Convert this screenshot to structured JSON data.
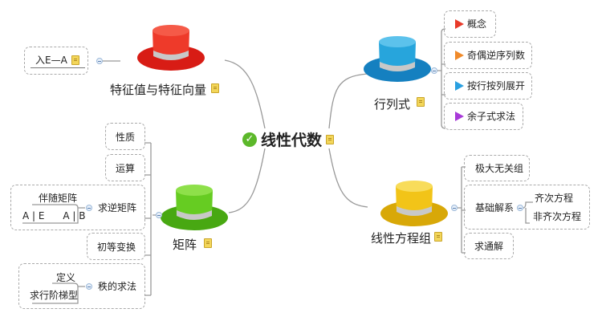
{
  "center": {
    "label": "线性代数"
  },
  "branches": {
    "eigen": {
      "label": "特征值与特征向量",
      "color": "#e8231c",
      "children": [
        "入E—A"
      ]
    },
    "det": {
      "label": "行列式",
      "color": "#1e9ad6",
      "children": [
        {
          "label": "概念",
          "flag": "#e83a2a"
        },
        {
          "label": "奇偶逆序列数",
          "flag": "#f08a2a"
        },
        {
          "label": "按行按列展开",
          "flag": "#2aa0e0"
        },
        {
          "label": "余子式求法",
          "flag": "#a83ad8"
        }
      ]
    },
    "matrix": {
      "label": "矩阵",
      "color": "#5cc21a",
      "children": {
        "prop": "性质",
        "ops": "运算",
        "inverse": {
          "label": "求逆矩阵",
          "sub1": "伴随矩阵",
          "sub2": "A | E      A | B"
        },
        "elem": "初等变换",
        "rank": {
          "label": "秩的求法",
          "sub1": "定义",
          "sub2": "求行阶梯型"
        }
      }
    },
    "linear": {
      "label": "线性方程组",
      "color": "#f0c010",
      "children": {
        "maxind": "极大无关组",
        "basis": {
          "label": "基础解系",
          "sub1": "齐次方程",
          "sub2": "非齐次方程"
        },
        "general": "求通解"
      }
    }
  }
}
